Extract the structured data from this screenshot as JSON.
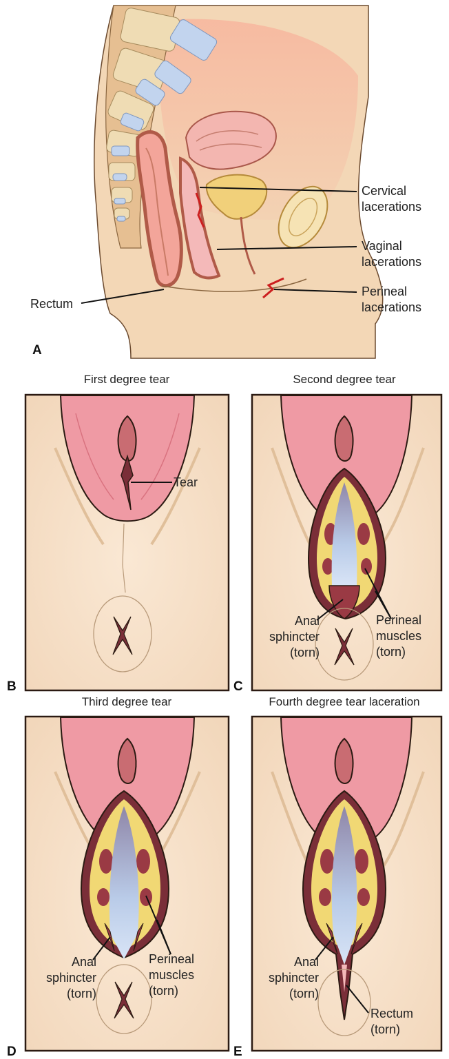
{
  "panel_a": {
    "letter": "A",
    "labels": {
      "cervical": [
        "Cervical",
        "lacerations"
      ],
      "vaginal": [
        "Vaginal",
        "lacerations"
      ],
      "perineal": [
        "Perineal",
        "lacerations"
      ],
      "rectum": "Rectum"
    }
  },
  "panel_b": {
    "letter": "B",
    "title": "First degree tear",
    "tear_label": "Tear"
  },
  "panel_c": {
    "letter": "C",
    "title": "Second degree tear",
    "anal": [
      "Anal",
      "sphincter",
      "(torn)"
    ],
    "perineal": [
      "Perineal",
      "muscles",
      "(torn)"
    ]
  },
  "panel_d": {
    "letter": "D",
    "title": "Third degree tear",
    "anal": [
      "Anal",
      "sphincter",
      "(torn)"
    ],
    "perineal": [
      "Perineal",
      "muscles",
      "(torn)"
    ]
  },
  "panel_e": {
    "letter": "E",
    "title": "Fourth degree tear laceration",
    "anal": [
      "Anal",
      "sphincter",
      "(torn)"
    ],
    "rectum": [
      "Rectum",
      "(torn)"
    ]
  },
  "colors": {
    "skin": "#f6dcc0",
    "skin_shade": "#e8c39b",
    "pink": "#ef9aa4",
    "mucosa": "#f4b9b9",
    "dark_red": "#7a2e38",
    "fat": "#f1d874",
    "blue": "#c2d4ee",
    "bone": "#efdcb4",
    "outline": "#2b1a12",
    "tear": "#cc1f1f"
  }
}
